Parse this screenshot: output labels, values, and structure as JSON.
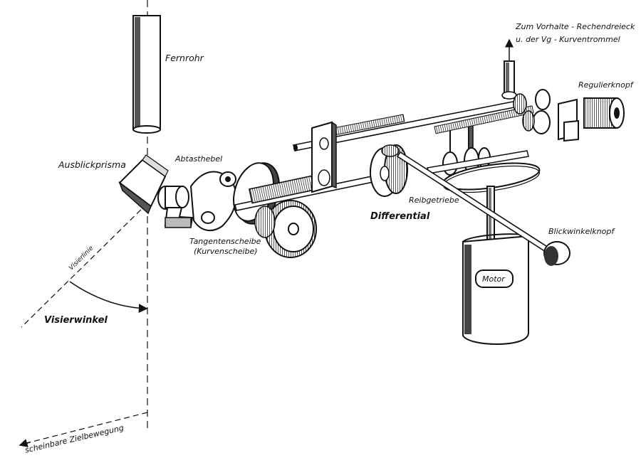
{
  "labels": {
    "fernrohr": "Fernrohr",
    "zum_line1": "Zum Vorhalte - Rechendreieck",
    "zum_line2": "u. der Vg - Kurventrommel",
    "regulierknopf": "Regulierknopf",
    "ausblickprisma": "Ausblickprisma",
    "abtasthebel": "Abtasthebel",
    "reibgetriebe": "Reibgetriebe",
    "differential": "Differential",
    "tangentenscheibe": "Tangentenscheibe",
    "kurvenscheibe": "(Kurvenscheibe)",
    "blickwinkelknopf": "Blickwinkelknopf",
    "motor": "Motor",
    "visierlinie": "Visierlinie",
    "visierwinkel": "Visierwinkel",
    "zielbewegung": "scheinbare Zielbewegung"
  },
  "colors": {
    "ink": "#1a1a1a",
    "paper": "#ffffff",
    "shade": "#3a3a3a"
  }
}
